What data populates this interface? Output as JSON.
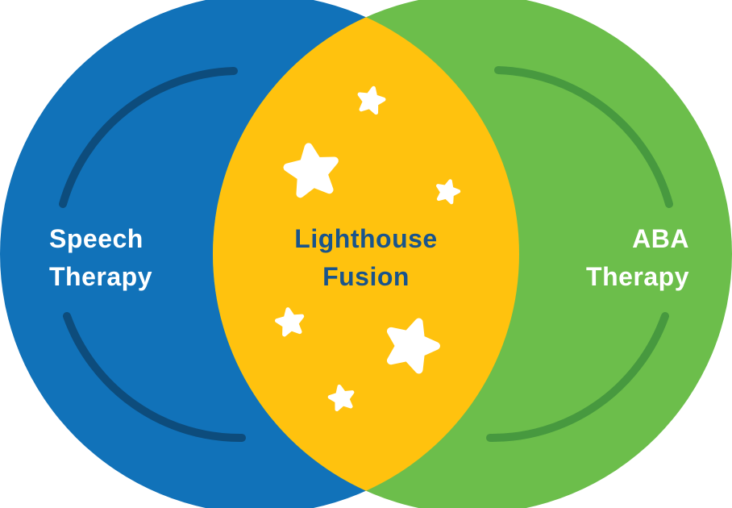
{
  "diagram": {
    "type": "venn-diagram",
    "background_color": "#FFFFFF",
    "left_circle": {
      "label": "Speech Therapy",
      "label_line1": "Speech",
      "label_line2": "Therapy",
      "fill_color": "#1172B9",
      "inner_arc_color": "#0D4C7C",
      "text_color": "#FFFFFF"
    },
    "right_circle": {
      "label": "ABA Therapy",
      "label_line1": "ABA",
      "label_line2": "Therapy",
      "fill_color": "#6CBE4B",
      "inner_arc_color": "#47993F",
      "text_color": "#FFFFFF"
    },
    "intersection": {
      "label": "Lighthouse Fusion",
      "label_line1": "Lighthouse",
      "label_line2": "Fusion",
      "fill_color": "#FFC20E",
      "text_color": "#19548C",
      "stars": {
        "count": 6,
        "color": "#FFFFFF"
      }
    }
  }
}
